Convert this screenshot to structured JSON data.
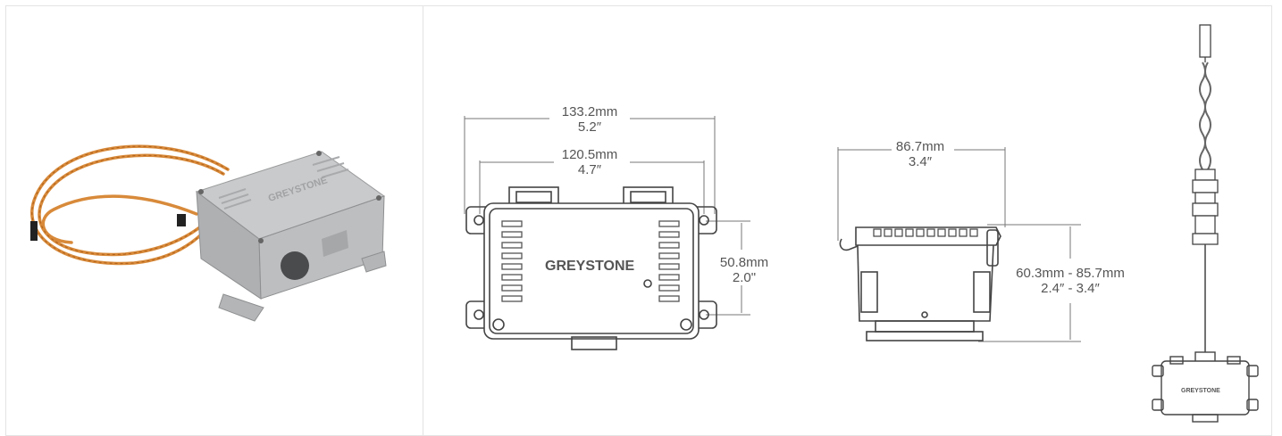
{
  "brand": "GREYSTONE",
  "dimensions": {
    "top_width_mm": "133.2mm",
    "top_width_in": "5.2″",
    "inner_width_mm": "120.5mm",
    "inner_width_in": "4.7″",
    "height_mm": "50.8mm",
    "height_in": "2.0\"",
    "side_depth_mm": "86.7mm",
    "side_depth_in": "3.4″",
    "side_height_mm": "60.3mm - 85.7mm",
    "side_height_in": "2.4″ - 3.4″"
  }
}
